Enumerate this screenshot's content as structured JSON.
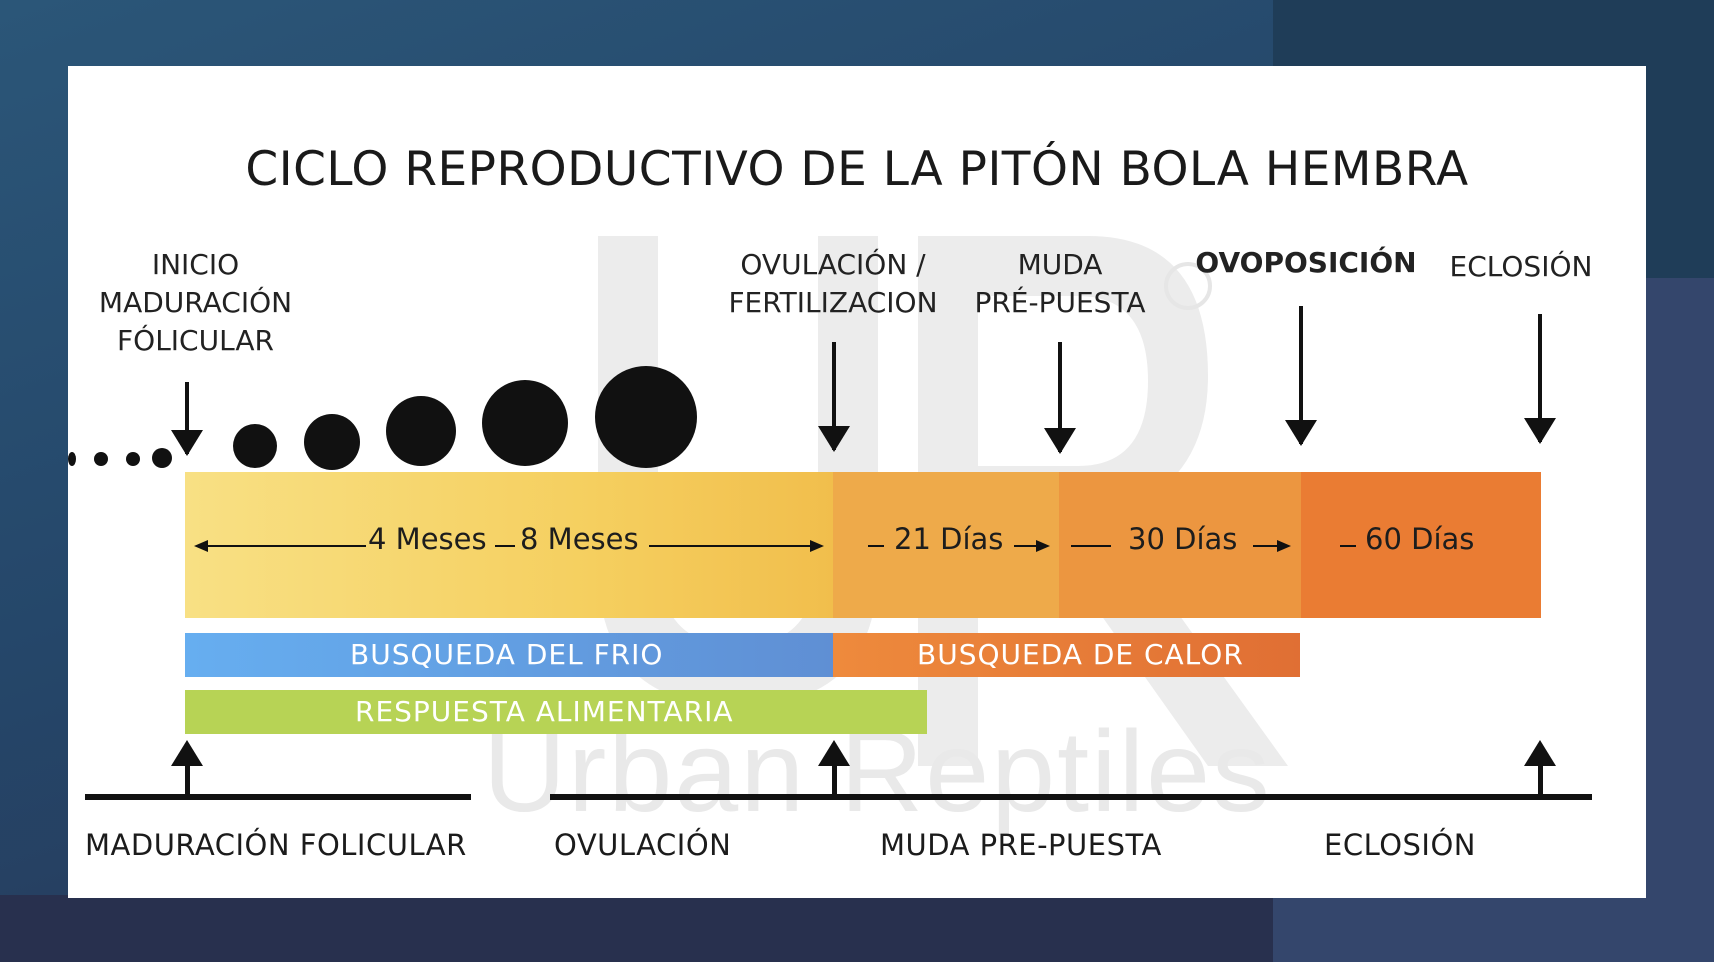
{
  "title": "CICLO REPRODUCTIVO DE LA PITÓN BOLA HEMBRA",
  "events": {
    "inicio": [
      "INICIO",
      "MADURACIÓN",
      "FÓLICULAR"
    ],
    "ovulacion": [
      "OVULACIÓN /",
      "FERTILIZACION"
    ],
    "muda": [
      "MUDA",
      "PRÉ-PUESTA"
    ],
    "ovoposicion": "OVOPOSICIÓN",
    "eclosion": "ECLOSIÓN"
  },
  "durations": {
    "a": "4 Meses",
    "b": "8 Meses",
    "c": "21 Días",
    "d": "30 Días",
    "e": "60 Días"
  },
  "bands": {
    "cold": "BUSQUEDA DEL FRIO",
    "heat": "BUSQUEDA DE CALOR",
    "food": "RESPUESTA ALIMENTARIA"
  },
  "bottom": {
    "maduracion": "MADURACIÓN FOLICULAR",
    "ovulacion": "OVULACIÓN",
    "muda": "MUDA PRE-PUESTA",
    "eclosion": "ECLOSIÓN"
  },
  "watermark": {
    "text": "Urban Reptiles",
    "mark": "UR"
  },
  "colors": {
    "yellow": "#f8e084",
    "orange": "#ea7c33",
    "blue": "#66aef0",
    "green": "#b7d355"
  }
}
